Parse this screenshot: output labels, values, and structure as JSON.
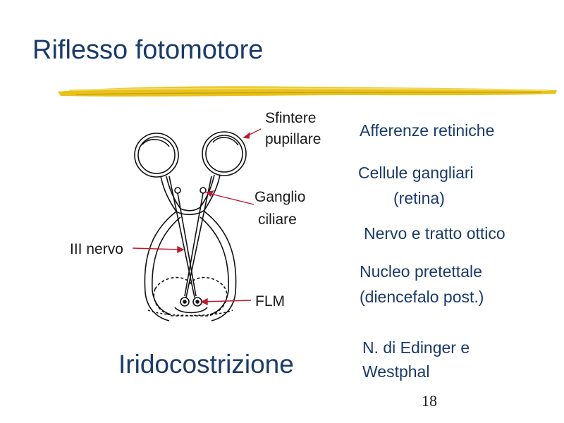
{
  "title": "Riflesso fotomotore",
  "labels": {
    "sfintere_line1": "Sfintere",
    "sfintere_line2": "pupillare",
    "ganglio_line1": "Ganglio",
    "ganglio_line2": "ciliare",
    "iii_nervo": "III nervo",
    "flm": "FLM"
  },
  "pathway": {
    "afferenze": "Afferenze retiniche",
    "cellule_line1": "Cellule gangliari",
    "cellule_line2": "(retina)",
    "nervo": "Nervo e tratto ottico",
    "nucleo_line1": "Nucleo pretettale",
    "nucleo_line2": "(diencefalo post.)",
    "edinger_line1": "N. di Edinger e",
    "edinger_line2": "Westphal"
  },
  "subtitle": "Iridocostrizione",
  "page_number": "18",
  "colors": {
    "title": "#1a3a6b",
    "accent_brush": "#e8c21a",
    "arrow": "#c0162c"
  }
}
